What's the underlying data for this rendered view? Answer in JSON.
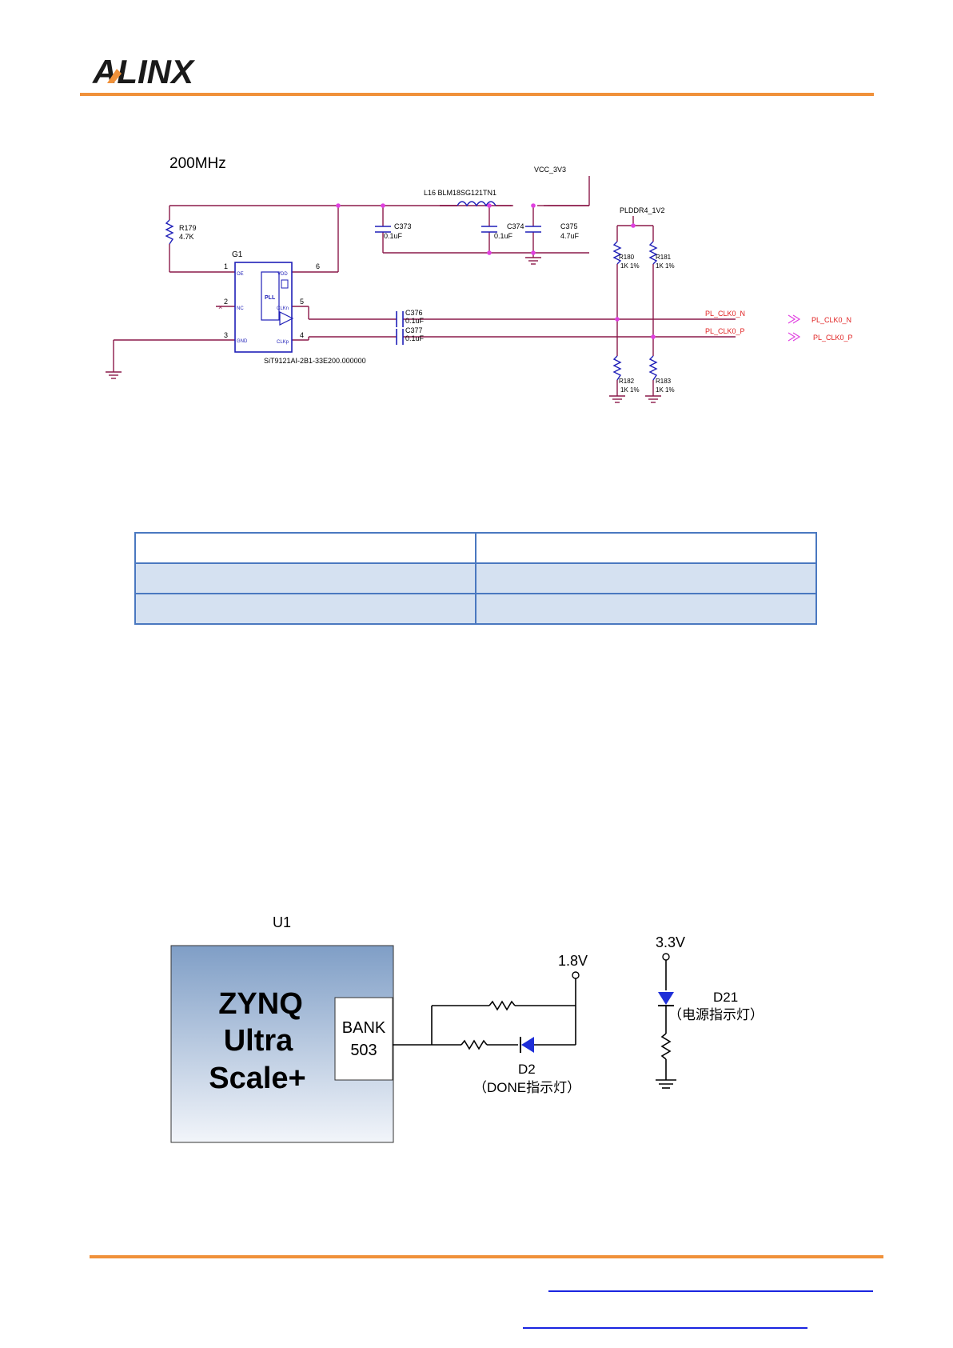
{
  "header": {
    "logo_text": "ALINX"
  },
  "clock_schematic": {
    "title": "200MHz",
    "power_net": "VCC_3V3",
    "termination_net": "PLDDR4_1V2",
    "ferrite": "L16  BLM18SG121TN1",
    "oscillator": {
      "ref": "G1",
      "part": "SiT9121AI-2B1-33E200.000000",
      "pll": "PLL",
      "pins": [
        "1",
        "2",
        "3",
        "4",
        "5",
        "6"
      ],
      "pin_names": [
        "OE",
        "NC",
        "GND",
        "CLKp",
        "CLKn",
        "VDD"
      ]
    },
    "components": [
      {
        "ref": "R179",
        "value": "4.7K"
      },
      {
        "ref": "C373",
        "value": "0.1uF"
      },
      {
        "ref": "C374",
        "value": "0.1uF"
      },
      {
        "ref": "C375",
        "value": "4.7uF"
      },
      {
        "ref": "C376",
        "value": "0.1uF"
      },
      {
        "ref": "C377",
        "value": "0.1uF"
      },
      {
        "ref": "R180",
        "value": "1K 1%"
      },
      {
        "ref": "R181",
        "value": "1K 1%"
      },
      {
        "ref": "R182",
        "value": "1K 1%"
      },
      {
        "ref": "R183",
        "value": "1K 1%"
      }
    ],
    "nets": [
      "PL_CLK0_N",
      "PL_CLK0_P"
    ]
  },
  "table": {
    "rows": [
      [
        "",
        ""
      ],
      [
        "",
        ""
      ],
      [
        "",
        ""
      ]
    ]
  },
  "led_schematic": {
    "chip_ref": "U1",
    "chip_lines": [
      "ZYNQ",
      "Ultra",
      "Scale+"
    ],
    "bank_lines": [
      "BANK",
      "503"
    ],
    "supply_done": "1.8V",
    "supply_power": "3.3V",
    "done_led_ref": "D2",
    "done_led_label": "（DONE指示灯）",
    "power_led_ref": "D21",
    "power_led_label": "（电源指示灯）"
  },
  "colors": {
    "accent": "#f0913a",
    "wire": "#8b1a4a",
    "junction": "#e040e0",
    "component": "#1f1fb8",
    "table_border": "#4a78c0",
    "table_fill": "#d5e1f1",
    "link": "#1a25e0"
  }
}
